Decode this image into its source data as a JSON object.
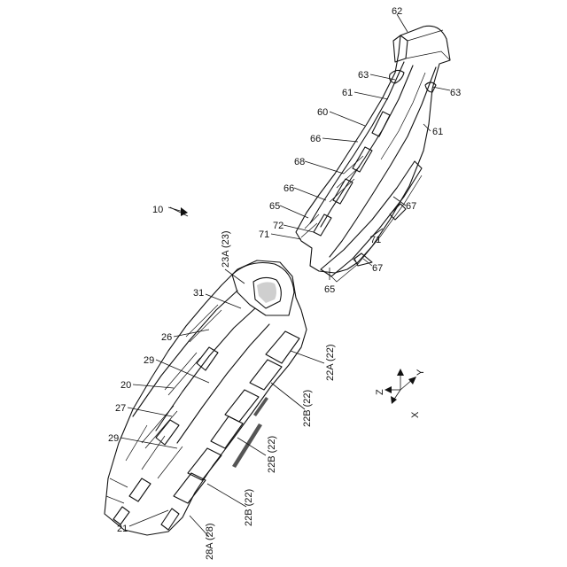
{
  "figure": {
    "assembly_ref": "10",
    "axes": {
      "x": "X",
      "y": "Y",
      "z": "Z"
    },
    "labels": [
      {
        "id": "62",
        "text": "62"
      },
      {
        "id": "63a",
        "text": "63"
      },
      {
        "id": "63b",
        "text": "63"
      },
      {
        "id": "61a",
        "text": "61"
      },
      {
        "id": "61b",
        "text": "61"
      },
      {
        "id": "60",
        "text": "60"
      },
      {
        "id": "66a",
        "text": "66"
      },
      {
        "id": "66b",
        "text": "66"
      },
      {
        "id": "68",
        "text": "68"
      },
      {
        "id": "65a",
        "text": "65"
      },
      {
        "id": "65b",
        "text": "65"
      },
      {
        "id": "67a",
        "text": "67"
      },
      {
        "id": "67b",
        "text": "67"
      },
      {
        "id": "71a",
        "text": "71"
      },
      {
        "id": "71b",
        "text": "71"
      },
      {
        "id": "72",
        "text": "72"
      },
      {
        "id": "23A",
        "text": "23A (23)"
      },
      {
        "id": "31",
        "text": "31"
      },
      {
        "id": "26",
        "text": "26"
      },
      {
        "id": "29a",
        "text": "29"
      },
      {
        "id": "29b",
        "text": "29"
      },
      {
        "id": "20",
        "text": "20"
      },
      {
        "id": "27",
        "text": "27"
      },
      {
        "id": "21",
        "text": "21"
      },
      {
        "id": "22Aa",
        "text": "22A (22)"
      },
      {
        "id": "22Ba",
        "text": "22B (22)"
      },
      {
        "id": "22Bb",
        "text": "22B (22)"
      },
      {
        "id": "22Bc",
        "text": "22B (22)"
      },
      {
        "id": "28A",
        "text": "28A (28)"
      }
    ]
  }
}
